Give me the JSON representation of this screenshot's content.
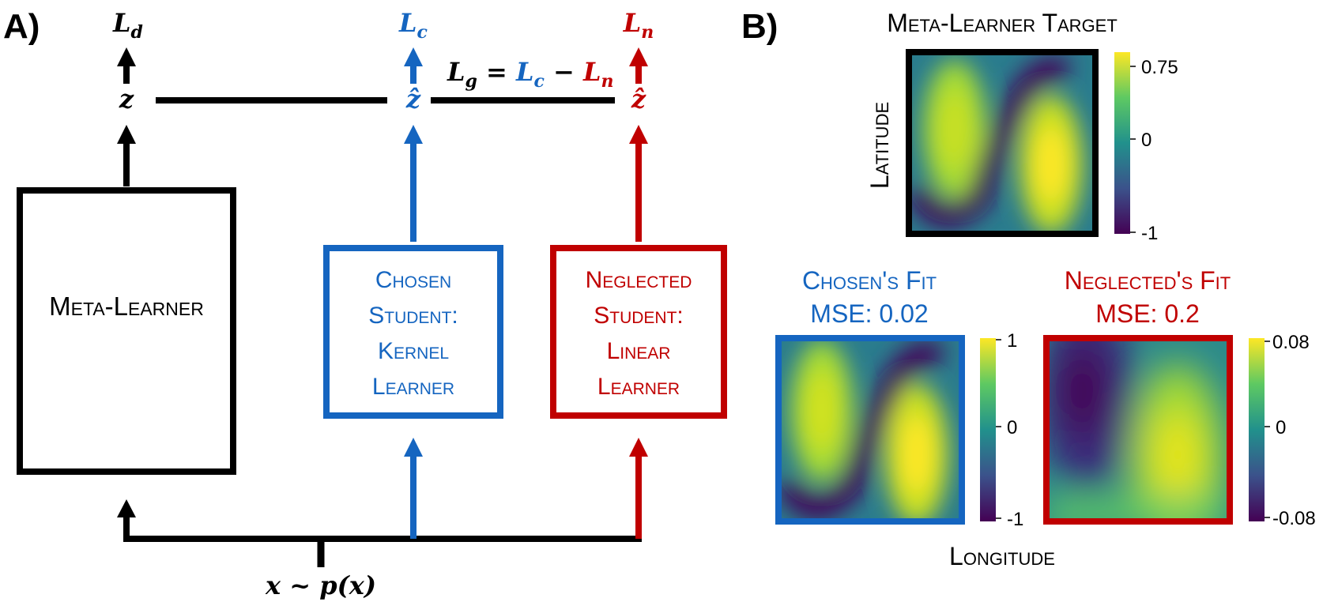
{
  "colors": {
    "black": "#000000",
    "chosen": "#1565c0",
    "neglected": "#c00000",
    "viridis": [
      "#440154",
      "#3b528b",
      "#21918c",
      "#5ec962",
      "#fde725"
    ]
  },
  "panel_a": {
    "letter": "A)",
    "loss_d": "L",
    "loss_d_sub": "d",
    "loss_c": "L",
    "loss_c_sub": "c",
    "loss_n": "L",
    "loss_n_sub": "n",
    "z": "z",
    "z_hat_chosen": "ẑ",
    "z_hat_neglected": "ẑ",
    "lg": {
      "L": "L",
      "sub": "g",
      "eq": " = ",
      "Lc": "L",
      "Lc_sub": "c",
      "minus": " − ",
      "Ln": "L",
      "Ln_sub": "n"
    },
    "meta_learner_label": "Meta-Learner",
    "chosen_box": [
      "Chosen",
      "Student:",
      "Kernel",
      "Learner"
    ],
    "neglected_box": [
      "Neglected",
      "Student:",
      "Linear",
      "Learner"
    ],
    "input_label": "x ~ p(x)"
  },
  "panel_b": {
    "letter": "B)",
    "target": {
      "title": "Meta-Learner Target",
      "colorbar_ticks": [
        "0.75",
        "0",
        "-1"
      ]
    },
    "chosen": {
      "title": "Chosen's Fit",
      "mse": "MSE: 0.02",
      "colorbar_ticks": [
        "1",
        "0",
        "-1"
      ]
    },
    "neglected": {
      "title": "Neglected's Fit",
      "mse": "MSE: 0.2",
      "colorbar_ticks": [
        "0.08",
        "0",
        "-0.08"
      ]
    },
    "ylabel": "Latitude",
    "xlabel": "Longitude"
  }
}
